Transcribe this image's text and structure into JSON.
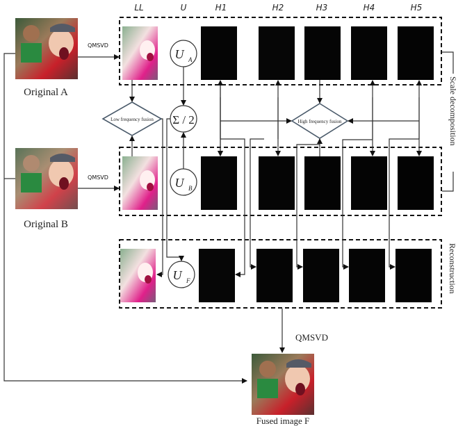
{
  "column_labels": [
    "LL",
    "U",
    "H1",
    "H2",
    "H3",
    "H4",
    "H5"
  ],
  "inputs": {
    "original_a": "Original A",
    "original_b": "Original B",
    "fused": "Fused image F"
  },
  "transform_label": "QMSVD",
  "nodes": {
    "low_fusion": "Low frequency fusion",
    "high_fusion": "High frequency fusion",
    "u_a": "U",
    "u_a_sub": "A",
    "u_b": "U",
    "u_b_sub": "B",
    "u_f": "U",
    "u_f_sub": "F",
    "avg": "Σ / 2"
  },
  "side_labels": {
    "scale_decomposition": "Scale decomposition",
    "reconstruction": "Reconstruction"
  },
  "colors": {
    "subband_bg": "#050505",
    "diamond_stroke": "#4a5a6a",
    "photo_red": "#c8202a",
    "photo_green": "#2a8a40"
  }
}
